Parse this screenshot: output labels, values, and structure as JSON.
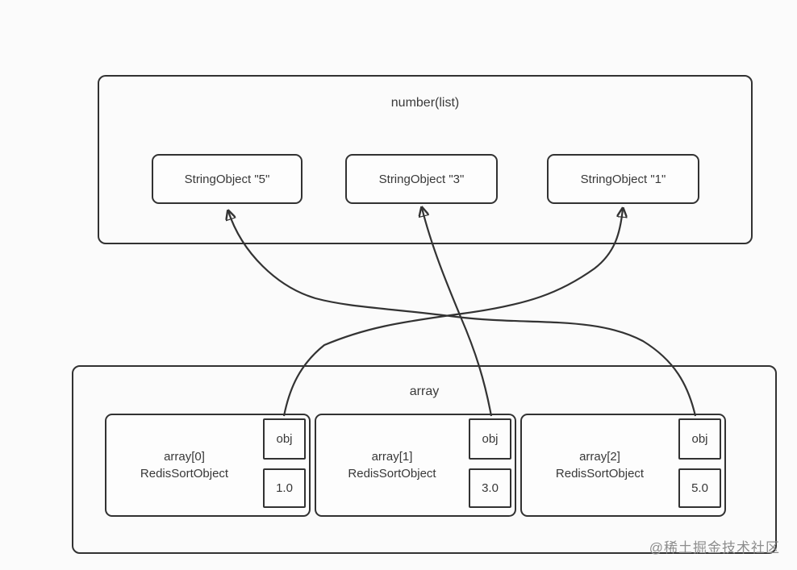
{
  "diagram": {
    "background": "#fbfbfb",
    "stroke_color": "#333333",
    "text_color": "#3a3a3a",
    "list_box": {
      "title": "number(list)",
      "items": [
        {
          "label": "StringObject \"5\""
        },
        {
          "label": "StringObject \"3\""
        },
        {
          "label": "StringObject \"1\""
        }
      ]
    },
    "array_box": {
      "title": "array",
      "items": [
        {
          "index_label": "array[0]",
          "type_label": "RedisSortObject",
          "pointer_label": "obj",
          "score": "1.0"
        },
        {
          "index_label": "array[1]",
          "type_label": "RedisSortObject",
          "pointer_label": "obj",
          "score": "3.0"
        },
        {
          "index_label": "array[2]",
          "type_label": "RedisSortObject",
          "pointer_label": "obj",
          "score": "5.0"
        }
      ]
    },
    "edges": [
      {
        "from": "array[0].obj",
        "to": "StringObject \"1\""
      },
      {
        "from": "array[1].obj",
        "to": "StringObject \"3\""
      },
      {
        "from": "array[2].obj",
        "to": "StringObject \"5\""
      }
    ],
    "watermark": {
      "text": "@稀土掘金技术社区",
      "color": "#8d8d8d"
    }
  }
}
